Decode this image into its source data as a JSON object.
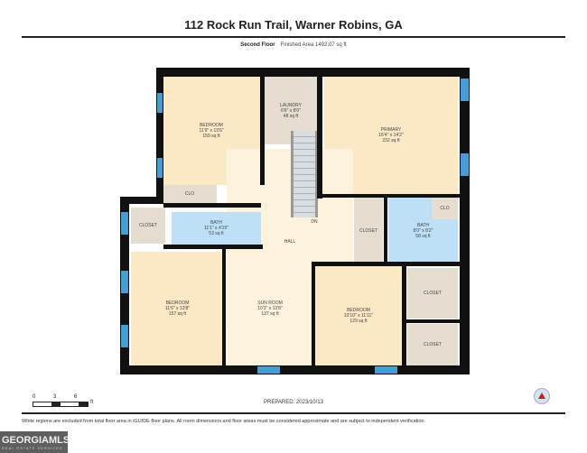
{
  "header": {
    "title": "112 Rock Run Trail, Warner Robins, GA",
    "floor": "Second Floor",
    "finished_area": "Finished Area 1492.07 sq ft"
  },
  "rooms": {
    "bedroom1": {
      "name": "BEDROOM",
      "dims": "11'9\" x 13'6\"",
      "area": "159 sq ft"
    },
    "laundry": {
      "name": "LAUNDRY",
      "dims": "6'6\" x 8'0\"",
      "area": "48 sq ft"
    },
    "primary": {
      "name": "PRIMARY",
      "dims": "16'4\" x 14'2\"",
      "area": "232 sq ft"
    },
    "clo1": {
      "name": "CLO"
    },
    "closet_left": {
      "name": "CLOSET"
    },
    "bath1": {
      "name": "BATH",
      "dims": "11'1\" x 4'10\"",
      "area": "53 sq ft"
    },
    "hall": {
      "name": "HALL"
    },
    "stairs_label": "DN",
    "closet_mid": {
      "name": "CLOSET"
    },
    "bath2": {
      "name": "BATH",
      "dims": "8'0\" x 8'2\"",
      "area": "58 sq ft"
    },
    "clo2": {
      "name": "CLO"
    },
    "bedroom2": {
      "name": "BEDROOM",
      "dims": "11'6\" x 13'8\"",
      "area": "157 sq ft"
    },
    "sunroom": {
      "name": "SUN ROOM",
      "dims": "10'3\" x 13'8\"",
      "area": "137 sq ft"
    },
    "bedroom3": {
      "name": "BEDROOM",
      "dims": "10'10\" x 11'11\"",
      "area": "129 sq ft"
    },
    "closet_r1": {
      "name": "CLOSET"
    },
    "closet_r2": {
      "name": "CLOSET"
    }
  },
  "scale": {
    "ticks": [
      "0",
      "3",
      "6"
    ],
    "unit": "ft"
  },
  "footer": {
    "prepared": "PREPARED: 2023/10/13",
    "disclaimer": "White regions are excluded from total floor area in iGUIDE floor plans. All room dimensions and floor areas must be considered approximate and are subject to independent verification.",
    "logo_main": "GEORGIAMLS",
    "logo_sub": "REAL ESTATE SERVICES"
  },
  "colors": {
    "wall": "#111111",
    "window": "#4a9ad4",
    "bedroom": "#fbe8c4",
    "bath": "#bde0f6",
    "closet": "#e5ddd0"
  }
}
